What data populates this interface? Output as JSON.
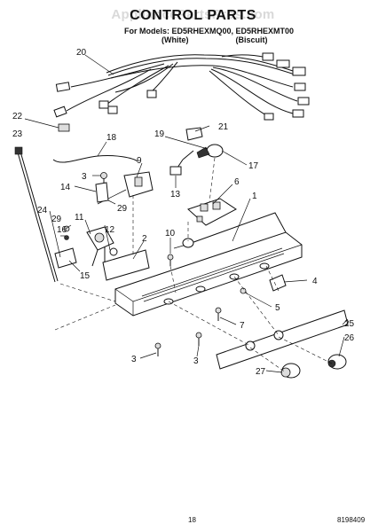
{
  "header": {
    "title": "CONTROL PARTS",
    "models_label": "For Models: ED5RHEXMQ00, ED5RHEXMT00",
    "white_label": "(White)",
    "biscuit_label": "(Biscuit)"
  },
  "watermark": "AppliancePartsPros.com",
  "footer": {
    "page_number": "18",
    "document_number": "8198409"
  },
  "callouts": [
    "20",
    "22",
    "23",
    "18",
    "21",
    "19",
    "17",
    "3",
    "9",
    "14",
    "13",
    "6",
    "1",
    "29",
    "11",
    "16",
    "12",
    "24",
    "29",
    "10",
    "2",
    "15",
    "4",
    "5",
    "7",
    "25",
    "26",
    "3",
    "3",
    "27"
  ]
}
